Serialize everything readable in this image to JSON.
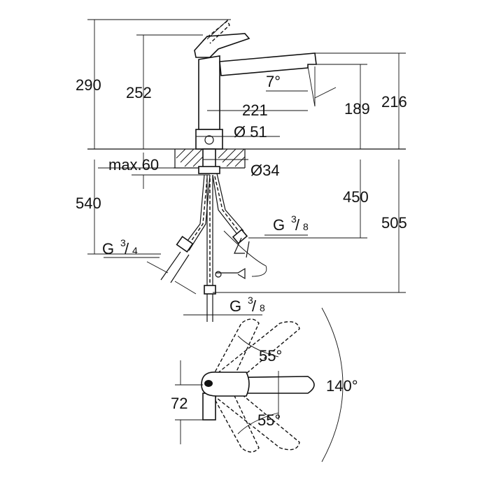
{
  "dimensions": {
    "total_height": "290",
    "spout_height": "252",
    "spout_reach": "221",
    "spout_angle": "7°",
    "aerator_height": "189",
    "top_height": "216",
    "base_diameter": "Ø 51",
    "max_thickness": "max.60",
    "hole_diameter": "Ø34",
    "hose_length_left": "540",
    "hose_length_450": "450",
    "hose_length_505": "505",
    "thread_left": "G",
    "thread_left_num": "3",
    "thread_left_den": "4",
    "thread_right": "G",
    "thread_right_num": "3",
    "thread_right_den": "8",
    "thread_bottom": "G",
    "thread_bottom_num": "3",
    "thread_bottom_den": "8",
    "swivel_total": "140°",
    "swivel_upper": "55°",
    "swivel_lower": "55°",
    "handle_width": "72"
  }
}
